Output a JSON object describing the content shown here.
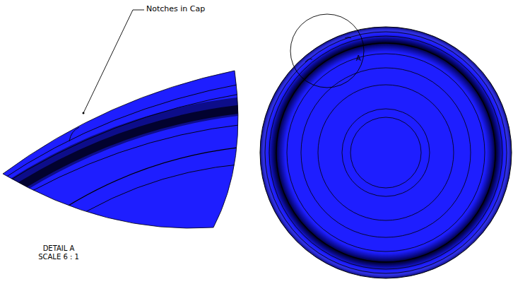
{
  "diagram": {
    "labels": [
      "Notches in Cap",
      "DETAIL A",
      "SCALE 6 : 1",
      "A"
    ]
  }
}
